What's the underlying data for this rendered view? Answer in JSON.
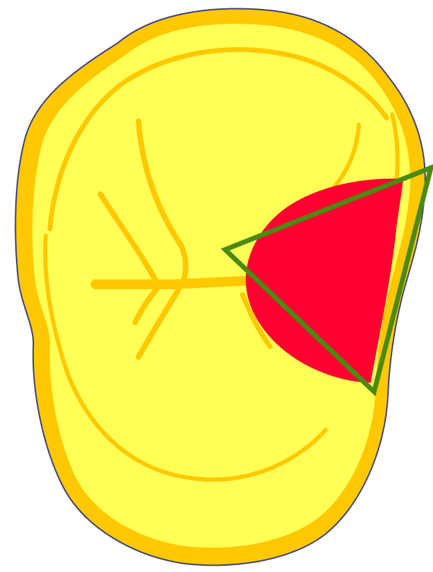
{
  "colors": {
    "background": "#ffffff",
    "outline": "#3a3f7a",
    "enamel_outer": "#ffc800",
    "enamel_inner": "#ffff55",
    "surface": "#ffff55",
    "fissure": "#ffc800",
    "lesion": "#ff0030",
    "marker": "#4a8a10"
  },
  "icons": {
    "tooth": "tooth-occlusal-surface",
    "lesion": "lesion-region",
    "marker": "triangle-marker"
  }
}
